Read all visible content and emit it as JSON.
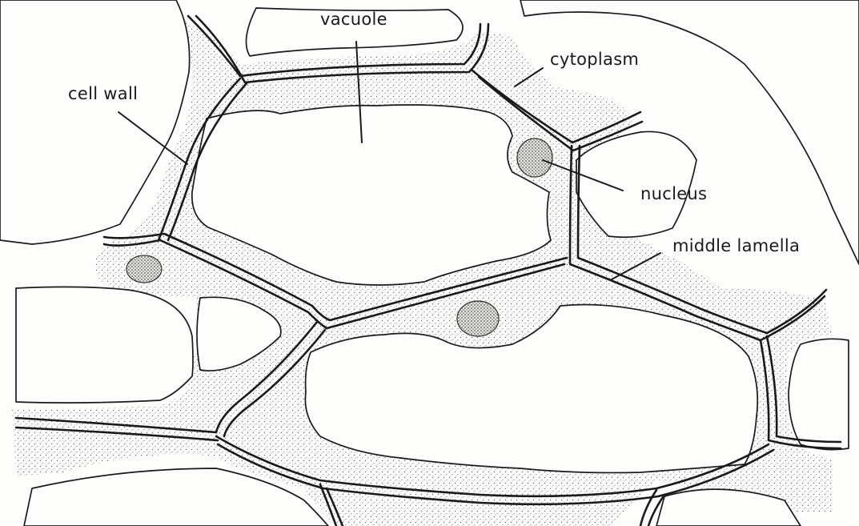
{
  "labels": {
    "vacuole": "vacuole",
    "cytoplasm": "cytoplasm",
    "cell_wall": "cell wall",
    "nucleus": "nucleus",
    "middle_lamella": "middle lamella"
  },
  "colors": {
    "background": "#fdfdfb",
    "ink": "#1a1a1a",
    "cytoplasm_stipple": "#6a6a6a"
  }
}
